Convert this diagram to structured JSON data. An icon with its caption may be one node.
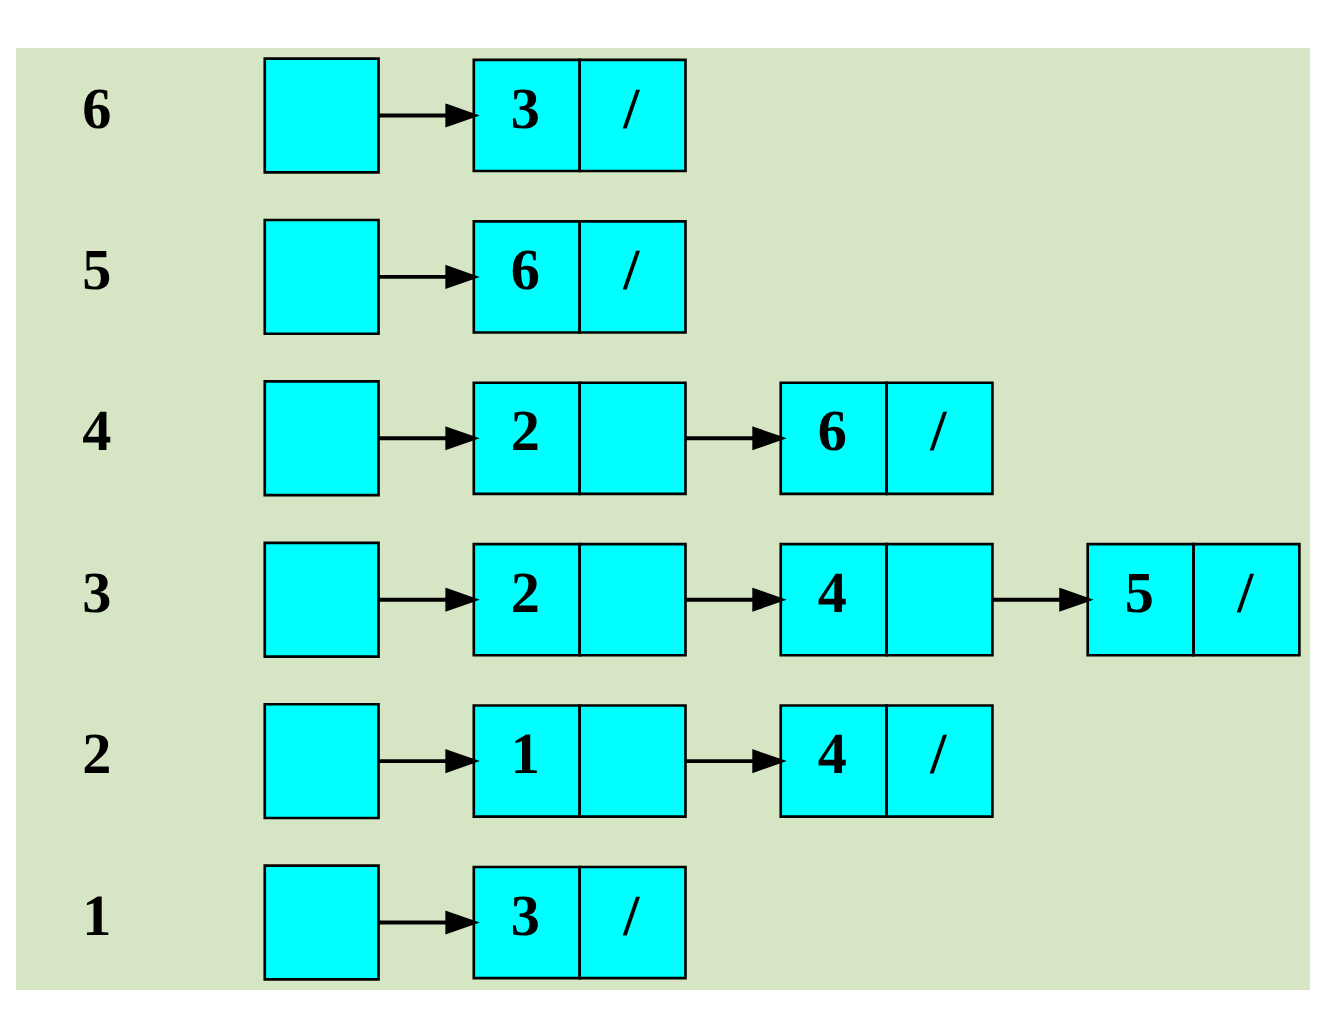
{
  "diagram": {
    "nodes": [
      {
        "text": [],
        "shape": "box",
        "beside": [
          "1"
        ]
      },
      {
        "text": [
          "3",
          "/"
        ]
      },
      {
        "text": [],
        "shape": "box",
        "beside": [
          "2"
        ]
      },
      {
        "text": [
          "1"
        ]
      },
      {
        "text": [
          "4",
          "/"
        ]
      },
      {
        "text": [],
        "shape": "box",
        "beside": [
          "3"
        ]
      },
      {
        "text": [
          "2"
        ]
      },
      {
        "text": [
          "4"
        ]
      },
      {
        "text": [
          "5",
          "/"
        ]
      },
      {
        "text": [],
        "shape": "box",
        "beside": [
          "4"
        ]
      },
      {
        "text": [
          "2"
        ]
      },
      {
        "text": [
          "6",
          "/"
        ]
      },
      {
        "text": [],
        "shape": "box",
        "beside": [
          "5"
        ]
      },
      {
        "text": [
          "6",
          "/"
        ]
      },
      {
        "text": [],
        "shape": "box",
        "beside": [
          "6"
        ]
      },
      {
        "text": [
          "3",
          "/"
        ]
      }
    ],
    "edges": [
      {
        "from": 0,
        "to": 1,
        "arrow": "to"
      },
      {
        "from": 2,
        "to": 3,
        "arrow": "to"
      },
      {
        "from": 3,
        "to": 4,
        "arrow": "to"
      },
      {
        "from": 5,
        "to": 6,
        "arrow": "to"
      },
      {
        "from": 6,
        "to": 7,
        "arrow": "to"
      },
      {
        "from": 7,
        "to": 8,
        "arrow": "to"
      },
      {
        "from": 9,
        "to": 10,
        "arrow": "to"
      },
      {
        "from": 10,
        "to": 11,
        "arrow": "to"
      },
      {
        "from": 12,
        "to": 13,
        "arrow": "to"
      },
      {
        "from": 14,
        "to": 15,
        "arrow": "to"
      }
    ]
  }
}
